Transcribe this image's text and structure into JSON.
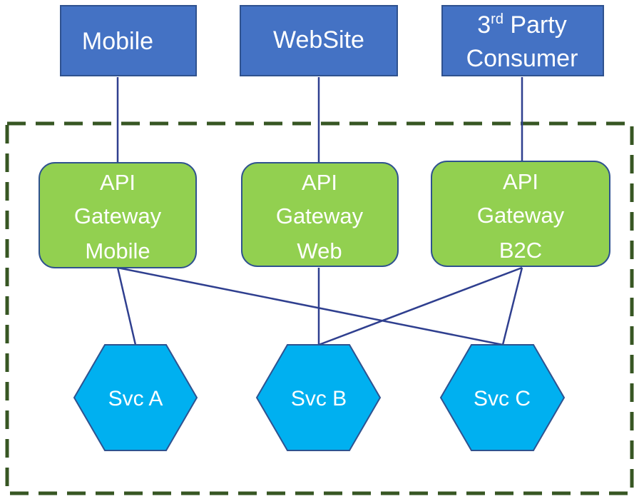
{
  "colors": {
    "client_fill": "#4472c4",
    "client_stroke": "#2f528f",
    "gateway_fill": "#92d050",
    "gateway_stroke": "#2f528f",
    "service_fill": "#00b0f0",
    "service_stroke": "#2f528f",
    "connector": "#2f3f8f",
    "boundary": "#375623"
  },
  "clients": {
    "mobile": "Mobile",
    "website": "WebSite",
    "third_party": {
      "prefix": "3",
      "superscript": "rd",
      "word": " Party",
      "line2": "Consumer"
    }
  },
  "gateways": {
    "mobile": {
      "line1": "API",
      "line2": "Gateway",
      "line3": "Mobile"
    },
    "web": {
      "line1": "API",
      "line2": "Gateway",
      "line3": "Web"
    },
    "b2c": {
      "line1": "API",
      "line2": "Gateway",
      "line3": "B2C"
    }
  },
  "services": {
    "a": "Svc A",
    "b": "Svc B",
    "c": "Svc C"
  }
}
